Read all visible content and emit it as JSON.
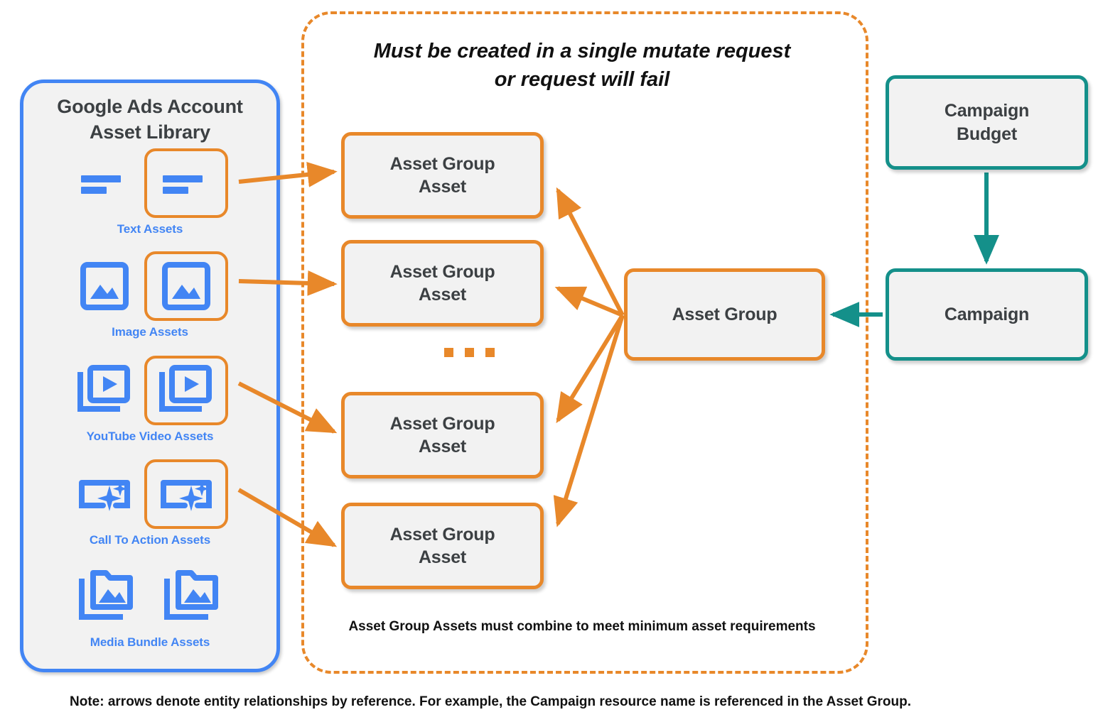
{
  "library": {
    "title_line1": "Google Ads Account",
    "title_line2": "Asset Library",
    "items": [
      {
        "caption": "Text Assets",
        "icon": "text-asset-icon"
      },
      {
        "caption": "Image Assets",
        "icon": "image-asset-icon"
      },
      {
        "caption": "YouTube Video  Assets",
        "icon": "youtube-video-asset-icon"
      },
      {
        "caption": "Call To Action Assets",
        "icon": "call-to-action-asset-icon"
      },
      {
        "caption": "Media Bundle  Assets",
        "icon": "media-bundle-asset-icon"
      }
    ]
  },
  "mutate_container": {
    "header_line1": "Must be created in a single mutate request",
    "header_line2": "or request will fail",
    "footer": "Asset Group Assets must combine to meet minimum asset requirements"
  },
  "nodes": {
    "asset_group_asset_1": {
      "line1": "Asset Group",
      "line2": "Asset"
    },
    "asset_group_asset_2": {
      "line1": "Asset Group",
      "line2": "Asset"
    },
    "asset_group_asset_3": {
      "line1": "Asset Group",
      "line2": "Asset"
    },
    "asset_group_asset_4": {
      "line1": "Asset Group",
      "line2": "Asset"
    },
    "asset_group": {
      "label": "Asset Group"
    },
    "campaign_budget": {
      "line1": "Campaign",
      "line2": "Budget"
    },
    "campaign": {
      "label": "Campaign"
    }
  },
  "ellipsis": {
    "label": "..."
  },
  "footer_note": "Note: arrows denote entity relationships by reference. For example, the Campaign resource name is referenced in the Asset Group.",
  "colors": {
    "orange": "#E8882A",
    "teal": "#14908A",
    "blue": "#4285F4",
    "node_fill": "#F2F2F2",
    "text_dark": "#3C4043"
  }
}
